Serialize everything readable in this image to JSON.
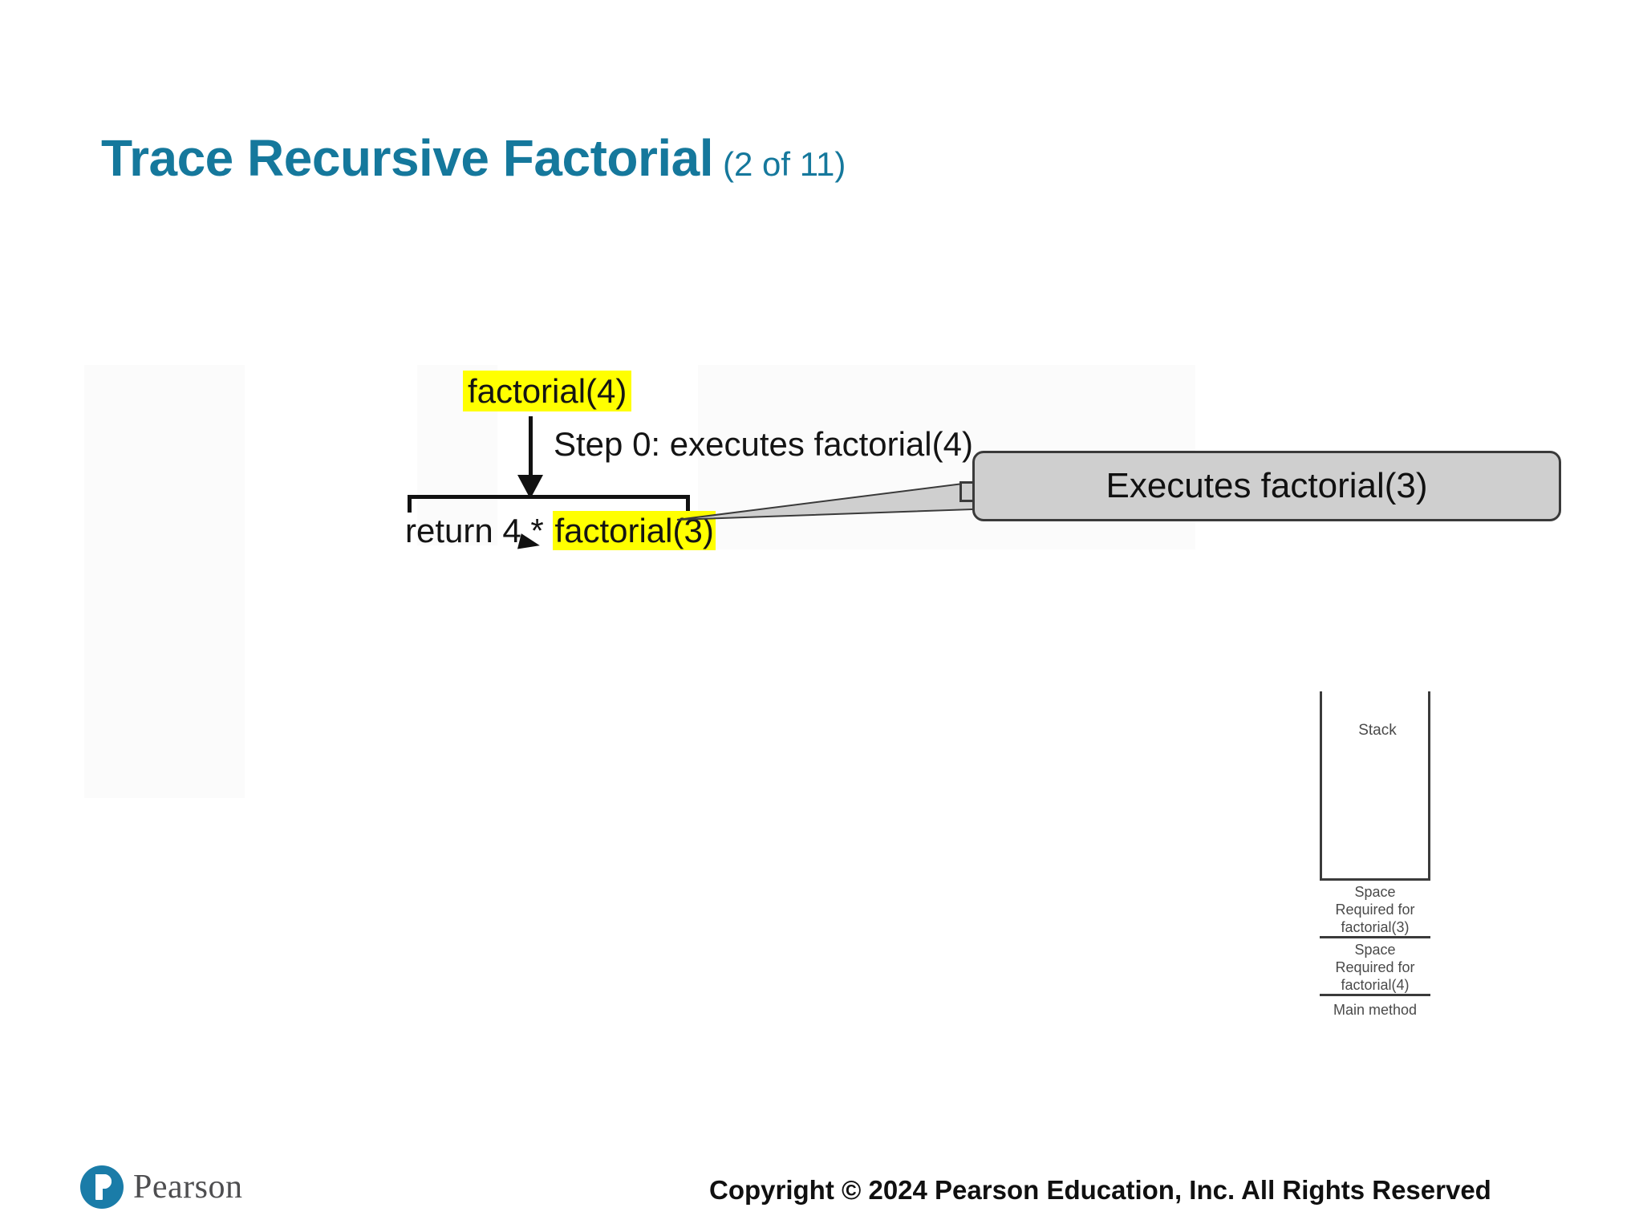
{
  "slide": {
    "title_main": "Trace Recursive Factorial",
    "title_sub": "(2 of 11)",
    "title_color": "#15789c"
  },
  "diagram": {
    "type": "recursion-trace",
    "highlight_color": "#ffff00",
    "call_label_top": "factorial(4)",
    "step_text": "Step 0: executes factorial(4)",
    "return_prefix": "return 4 * ",
    "return_call": "factorial(3)",
    "callout_text": "Executes factorial(3)",
    "callout_fill": "#cfcfcf"
  },
  "stack": {
    "label": "Stack",
    "cells": [
      {
        "line1": "Space",
        "line2": "Required for",
        "line3": "factorial(3)"
      },
      {
        "line1": "Space",
        "line2": "Required for",
        "line3": "factorial(4)"
      },
      {
        "line1": "Main method",
        "line2": "",
        "line3": ""
      }
    ]
  },
  "footer": {
    "copyright": "Copyright © 2024 Pearson Education, Inc. All Rights Reserved",
    "brand": "Pearson"
  }
}
